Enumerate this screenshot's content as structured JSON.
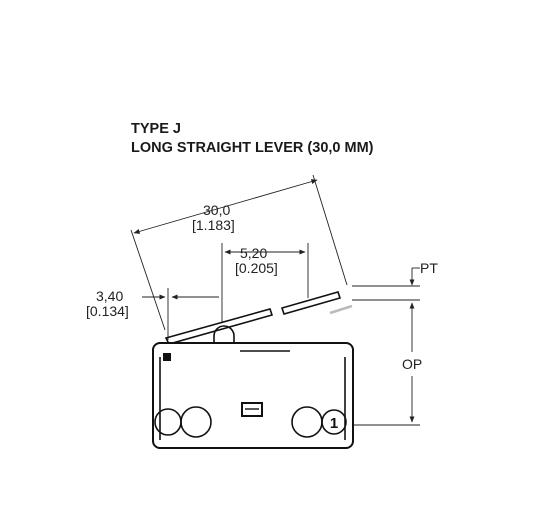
{
  "title": {
    "line1": "TYPE J",
    "line2": "LONG STRAIGHT LEVER (30,0 MM)"
  },
  "dimensions": {
    "lever_length": {
      "metric": "30,0",
      "imperial": "[1.183]"
    },
    "actuator_offset": {
      "metric": "5,20",
      "imperial": "[0.205]"
    },
    "pivot_offset": {
      "metric": "3,40",
      "imperial": "[0.134]"
    },
    "pretravel_label": "PT",
    "operating_position_label": "OP"
  },
  "terminal_marker": "1",
  "colors": {
    "line": "#111111",
    "background": "#ffffff"
  }
}
